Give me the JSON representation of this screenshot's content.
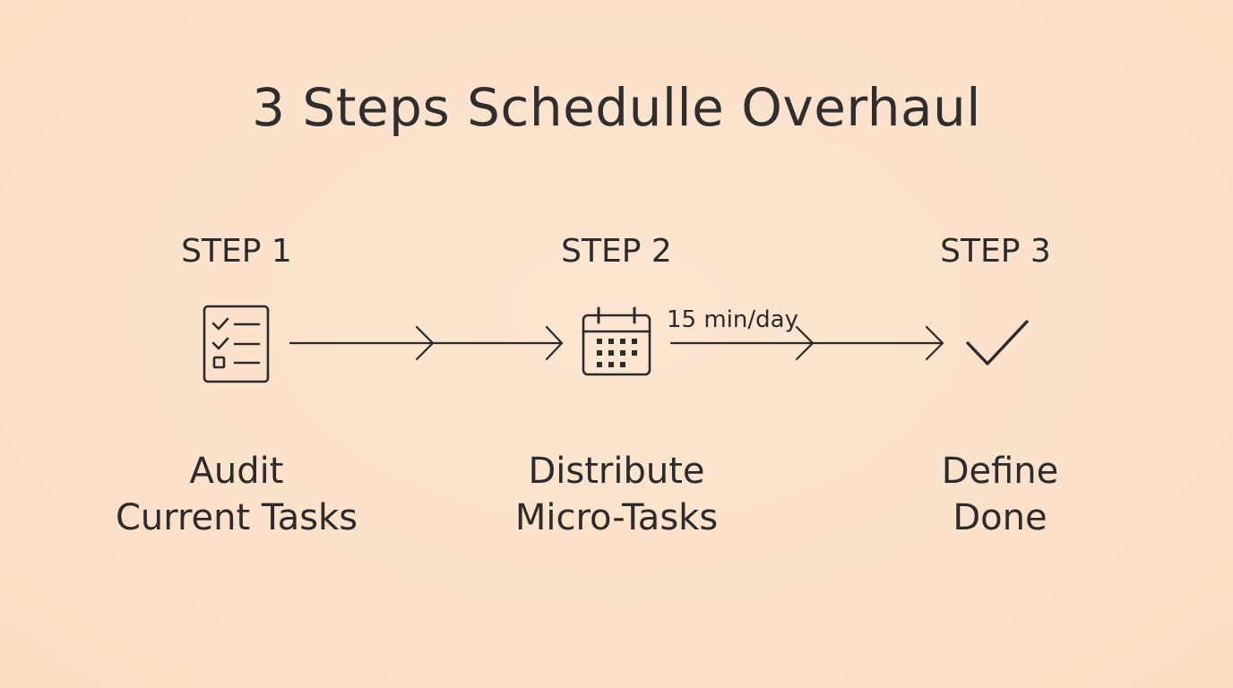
{
  "title": "3 Steps Schedulle Overhaul",
  "steps": [
    {
      "label": "STEP 1",
      "desc_line1": "Audit",
      "desc_line2": "Current Tasks",
      "icon": "checklist-icon"
    },
    {
      "label": "STEP 2",
      "desc_line1": "Distribute",
      "desc_line2": "Micro-Tasks",
      "icon": "calendar-icon"
    },
    {
      "label": "STEP 3",
      "desc_line1": "Define",
      "desc_line2": "Done",
      "icon": "checkmark-icon"
    }
  ],
  "connector_label": "15 min/day",
  "colors": {
    "background": "#fbe2cc",
    "ink": "#2b2b2b"
  }
}
